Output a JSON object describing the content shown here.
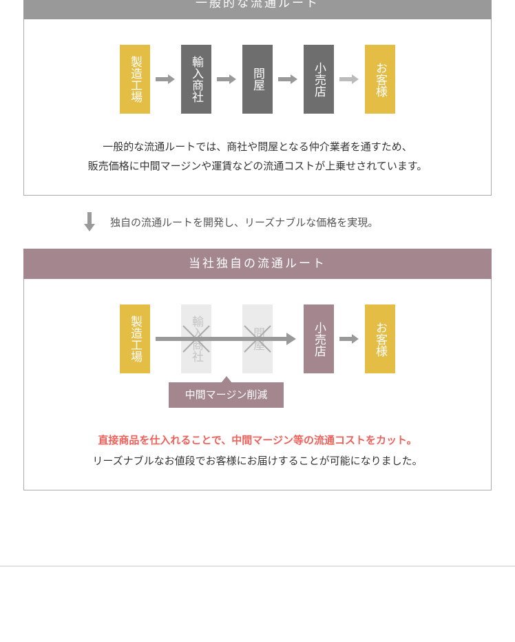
{
  "general": {
    "title": "一般的な流通ルート",
    "steps": [
      "製造工場",
      "輸入商社",
      "問屋",
      "小売店",
      "お客様"
    ],
    "desc1": "一般的な流通ルートでは、商社や問屋となる仲介業者を通すため、",
    "desc2": "販売価格に中間マージンや運賃などの流通コストが上乗せされています。"
  },
  "transition": "独自の流通ルートを開発し、リーズナブルな価格を実現。",
  "own": {
    "title": "当社独自の流通ルート",
    "steps": [
      "製造工場",
      "輸入商社",
      "問屋",
      "小売店",
      "お客様"
    ],
    "cut_label": "中間マージン削減",
    "highlight": "直接商品を仕入れることで、中間マージン等の流通コストをカット。",
    "desc": "リーズナブルなお値段でお客様にお届けすることが可能になりました。"
  },
  "colors": {
    "yellow": "#e4bd45",
    "gray": "#6e6e6e",
    "mauve": "#a3868e",
    "red": "#f0605a"
  }
}
